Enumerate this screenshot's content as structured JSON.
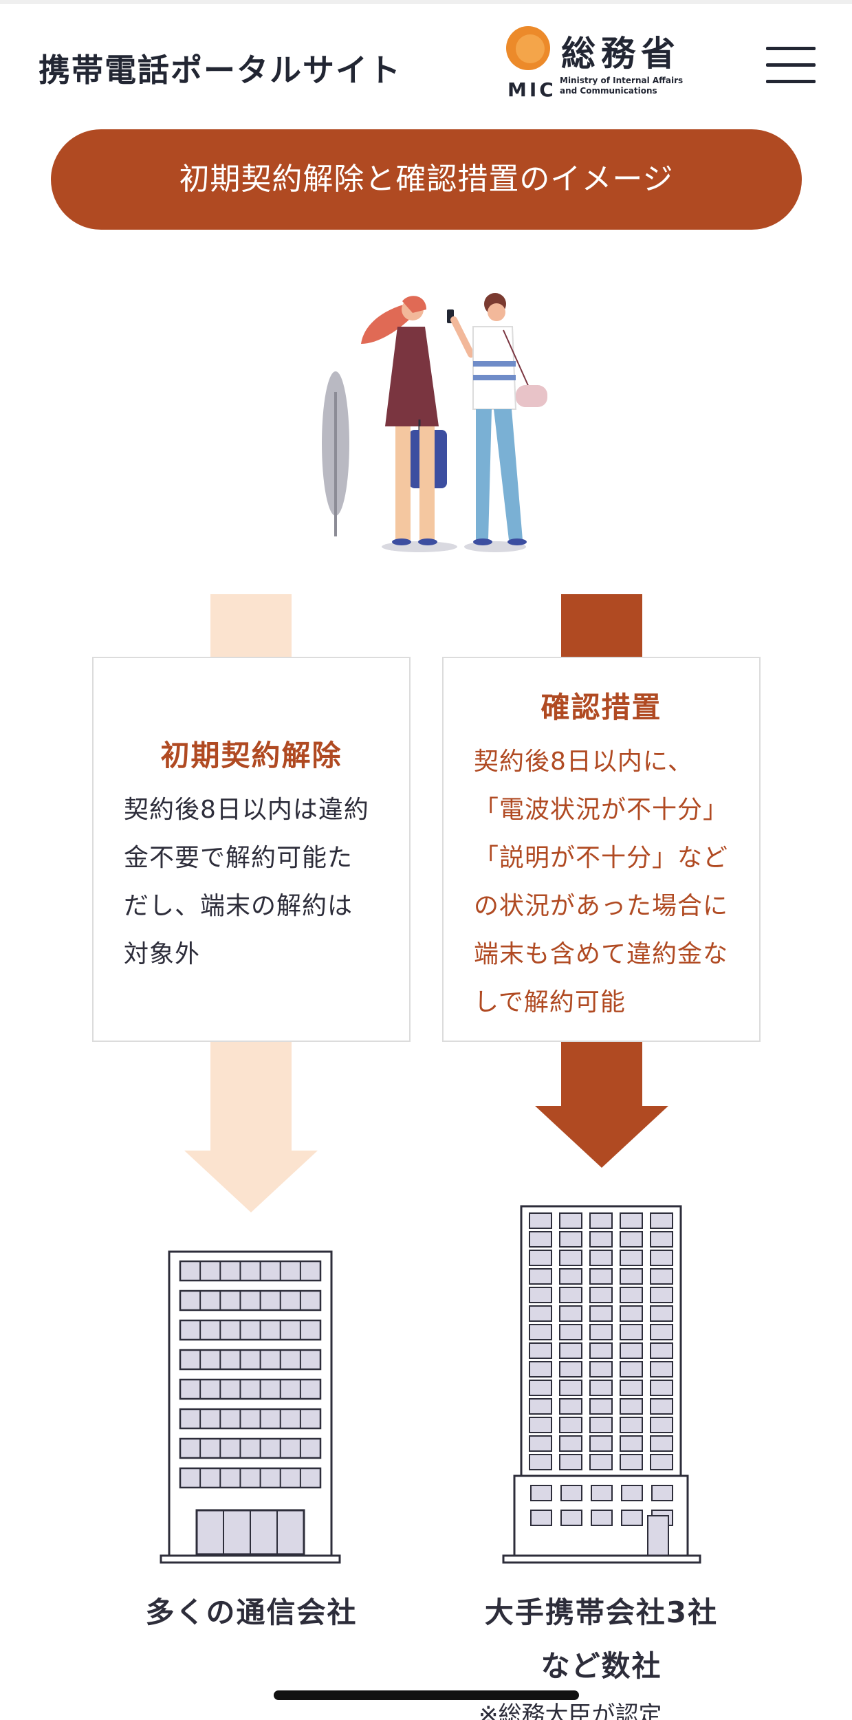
{
  "header": {
    "site_title": "携帯電話ポータルサイト",
    "logo_jp": "総務省",
    "logo_mic": "MIC",
    "logo_en_line1": "Ministry of Internal Affairs",
    "logo_en_line2": "and Communications",
    "menu_icon": "hamburger-menu-icon"
  },
  "banner": {
    "title": "初期契約解除と確認措置のイメージ"
  },
  "illustration": {
    "icon": "travelers-illustration"
  },
  "left_card": {
    "title": "初期契約解除",
    "lines": [
      "契約後8日以内は違約",
      "金不要で解約可能た",
      "だし、端末の解約は",
      "対象外"
    ]
  },
  "right_card": {
    "title": "確認措置",
    "lines": [
      "契約後8日以内に、",
      "「電波状況が不十分」",
      "「説明が不十分」など",
      "の状況があった場合に",
      "端末も含めて違約金な",
      "しで解約可能"
    ]
  },
  "left_building": {
    "label": "多くの通信会社"
  },
  "right_building": {
    "label_line1": "大手携帯会社3社",
    "label_line2": "など数社"
  },
  "footnote": {
    "text": "※総務大臣が認定"
  },
  "colors": {
    "accent": "#b04a22",
    "light_accent": "#fbe3cf",
    "text": "#2d2d3a",
    "building_fill": "#dad8e6"
  }
}
